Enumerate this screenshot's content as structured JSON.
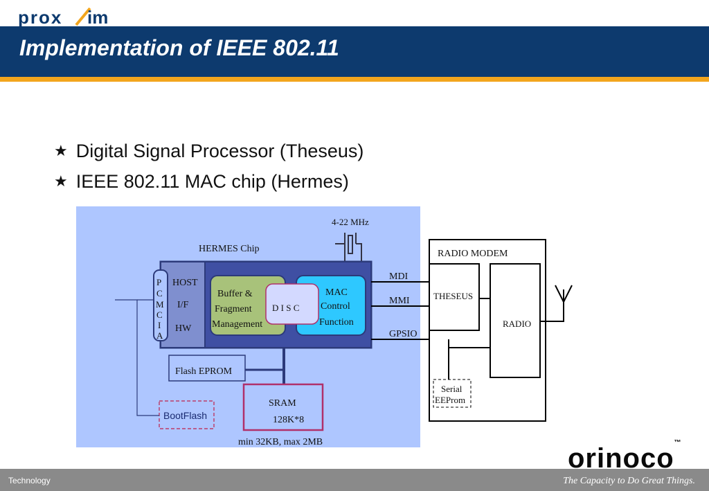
{
  "logo_top": "proxim",
  "title": "Implementation of IEEE 802.11",
  "bullets": [
    "Digital Signal Processor (Theseus)",
    "IEEE 802.11 MAC chip (Hermes)"
  ],
  "diagram": {
    "freq": "4-22 MHz",
    "hermes_chip": "HERMES Chip",
    "pcmcia": [
      "P",
      "C",
      "M",
      "C",
      "I",
      "A"
    ],
    "host": [
      "HOST",
      "I/F",
      "HW"
    ],
    "buffer": [
      "Buffer &",
      "Fragment",
      "Management"
    ],
    "disc": "D I S C",
    "mac": [
      "MAC",
      "Control",
      "Function"
    ],
    "ports": [
      "MDI",
      "MMI",
      "GPSIO"
    ],
    "flash_eprom": "Flash EPROM",
    "sram": [
      "SRAM",
      "128K*8"
    ],
    "bootflash": "BootFlash",
    "memory_note": "min 32KB,  max 2MB",
    "radio_modem": "RADIO MODEM",
    "theseus": "THESEUS",
    "radio": "RADIO",
    "serial": [
      "Serial",
      "EEProm"
    ]
  },
  "brand": "orinoco",
  "trademark": "™",
  "footer_left": "Technology",
  "footer_right": "The Capacity to Do Great Things.",
  "colors": {
    "title_bar": "#0d3a6e",
    "accent": "#f2a51d",
    "diagram_bg": "#aec6ff"
  }
}
